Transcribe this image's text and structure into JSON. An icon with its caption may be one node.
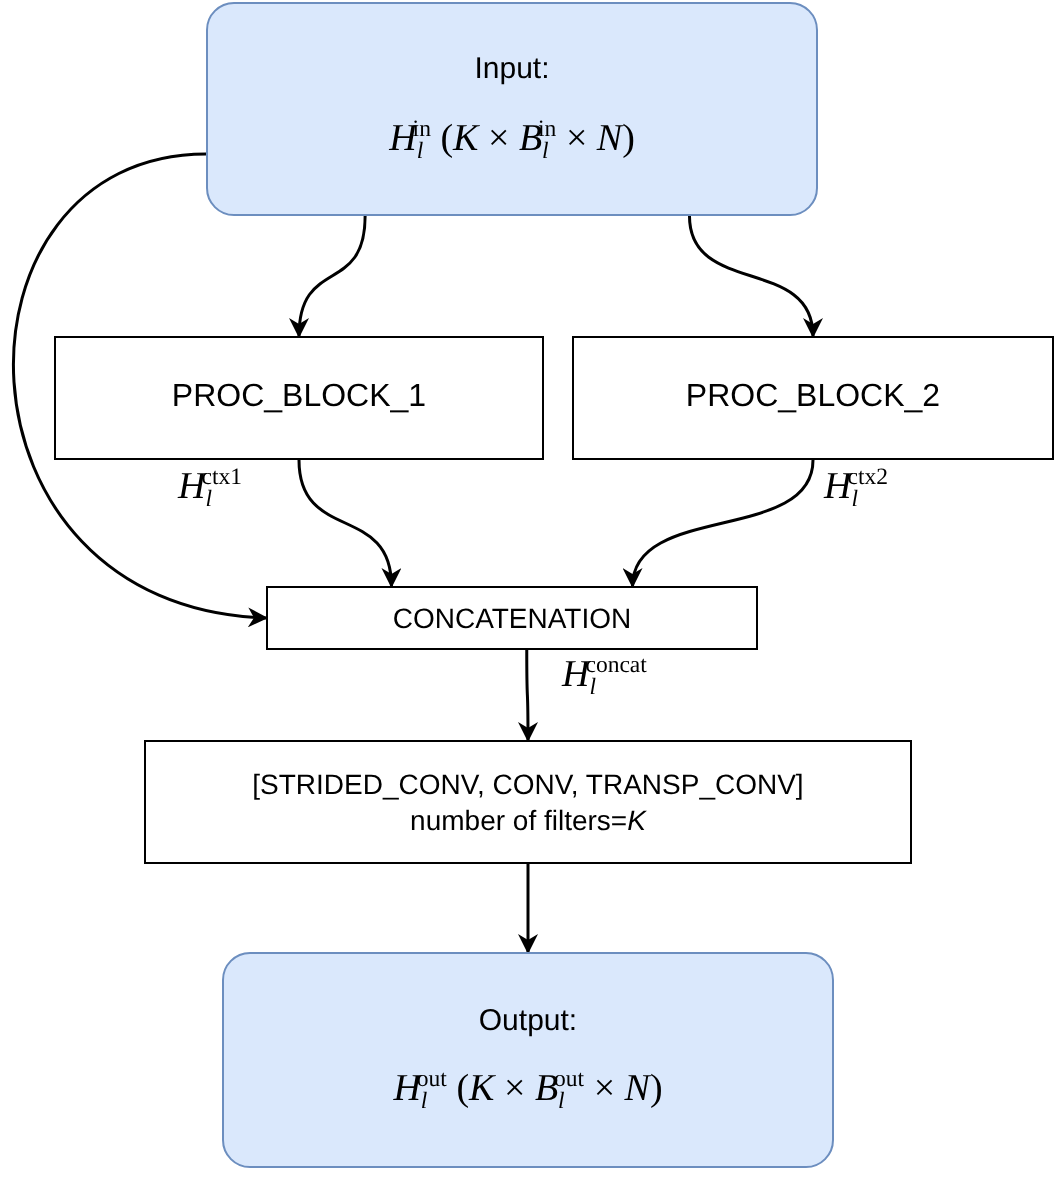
{
  "diagram": {
    "nodes": [
      {
        "text": [
          "Input:",
          "*H*$_{l}$$^{in}$ (*K* × *B*$_{l}$$^{in}$ × *N*)"
        ]
      },
      {
        "text": [
          "PROC_BLOCK_1"
        ]
      },
      {
        "text": [
          "PROC_BLOCK_2"
        ]
      },
      {
        "text": [
          "CONCATENATION"
        ]
      },
      {
        "text": [
          "[STRIDED_CONV, CONV, TRANSP_CONV]",
          "number of filters=*K*"
        ]
      },
      {
        "text": [
          "Output:",
          "*H*$_{l}$$^{out}$ (*K* × *B*$_{l}$$^{out}$ × *N*)"
        ]
      }
    ],
    "edges": [
      {
        "from": 0,
        "to": 1,
        "arrow": "to"
      },
      {
        "from": 0,
        "to": 2,
        "arrow": "to"
      },
      {
        "from": 0,
        "to": 3,
        "arrow": "to"
      },
      {
        "from": 1,
        "to": 3,
        "arrow": "to",
        "label": "*H*$_{l}$$^{ctx1}$"
      },
      {
        "from": 2,
        "to": 3,
        "arrow": "to",
        "label": "*H*$_{l}$$^{ctx2}$"
      },
      {
        "from": 3,
        "to": 4,
        "arrow": "to",
        "label": "*H*$_{l}$$^{concat}$"
      },
      {
        "from": 4,
        "to": 5,
        "arrow": "to"
      }
    ]
  }
}
